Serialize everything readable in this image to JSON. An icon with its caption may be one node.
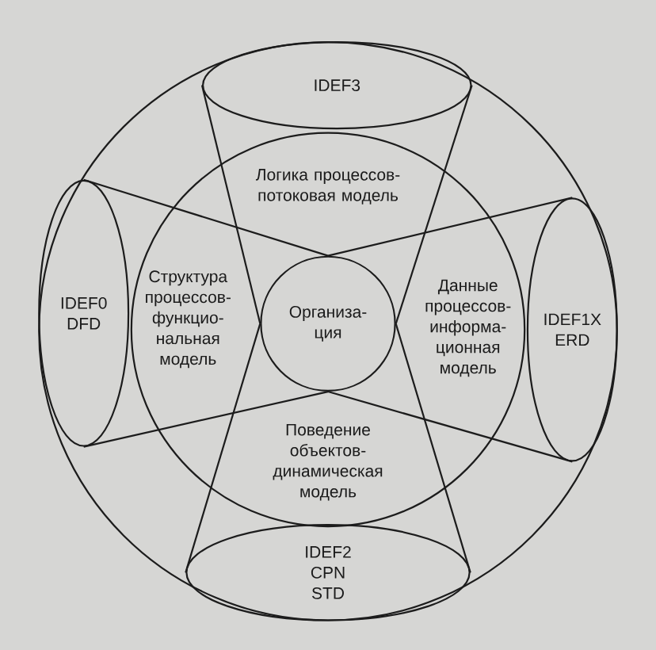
{
  "diagram": {
    "nodes": [
      {
        "text": [],
        "shape": "circle"
      },
      {
        "text": [],
        "shape": "circle",
        "in": 0
      },
      {
        "text": [
          "Организа- ция"
        ],
        "in": 1
      },
      {
        "text": [
          "IDEF3"
        ],
        "in": 0
      },
      {
        "text": [
          "IDEF0",
          "DFD"
        ],
        "in": 0
      },
      {
        "text": [
          "IDEF1X",
          "ERD"
        ],
        "in": 0
      },
      {
        "text": [
          "IDEF2",
          "CPN",
          "STD"
        ],
        "in": 0
      }
    ],
    "edges": [
      {
        "from": 3,
        "to": 2,
        "arrow": "none"
      },
      {
        "from": 3,
        "to": 2,
        "arrow": "none"
      },
      {
        "from": 4,
        "to": 2,
        "arrow": "none"
      },
      {
        "from": 4,
        "to": 2,
        "arrow": "none"
      },
      {
        "from": 5,
        "to": 2,
        "arrow": "none"
      },
      {
        "from": 5,
        "to": 2,
        "arrow": "none"
      },
      {
        "from": 6,
        "to": 2,
        "arrow": "none"
      },
      {
        "from": 6,
        "to": 2,
        "arrow": "none"
      }
    ],
    "labels": [
      "Логика процессов- потоковая модель",
      "Структура процессов- функцио- нальная модель",
      "Данные процессов- информа- ционная модель",
      "Поведение объектов- динамическая модель"
    ]
  }
}
